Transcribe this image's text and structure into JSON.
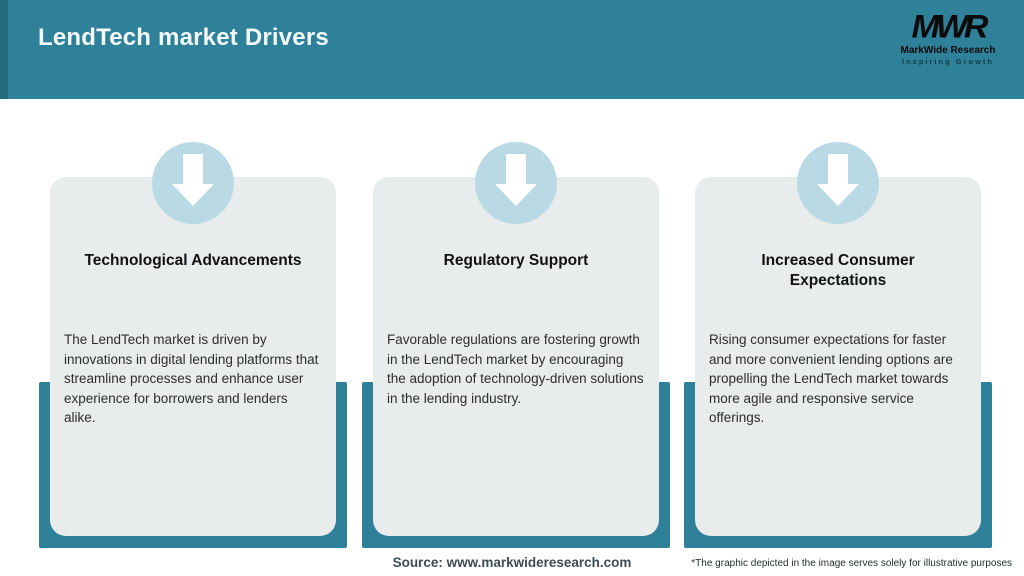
{
  "header": {
    "title": "LendTech market Drivers",
    "logo": {
      "monogram": "MWR",
      "name": "MarkWide Research",
      "tagline": "Inspiring Growth"
    }
  },
  "cards": [
    {
      "title": "Technological Advancements",
      "body": "The LendTech market is driven by innovations in digital lending platforms that streamline processes and enhance user experience for borrowers and lenders alike.",
      "icon": "down-arrow-icon"
    },
    {
      "title": "Regulatory Support",
      "body": "Favorable regulations are fostering growth in the LendTech market by encouraging the adoption of technology-driven solutions in the lending industry.",
      "icon": "down-arrow-icon"
    },
    {
      "title": "Increased Consumer Expectations",
      "body": "Rising consumer expectations for faster and more convenient lending options are propelling the LendTech market towards more agile and responsive service offerings.",
      "icon": "down-arrow-icon"
    }
  ],
  "footer": {
    "source": "Source: www.markwideresearch.com",
    "disclaimer": "*The graphic depicted in the image serves solely for illustrative purposes"
  },
  "colors": {
    "accent_teal": "#2F8099",
    "card_background": "#E9ECEC",
    "icon_circle_blue": "#B9DAE5",
    "header_text": "#F3FAFC"
  }
}
